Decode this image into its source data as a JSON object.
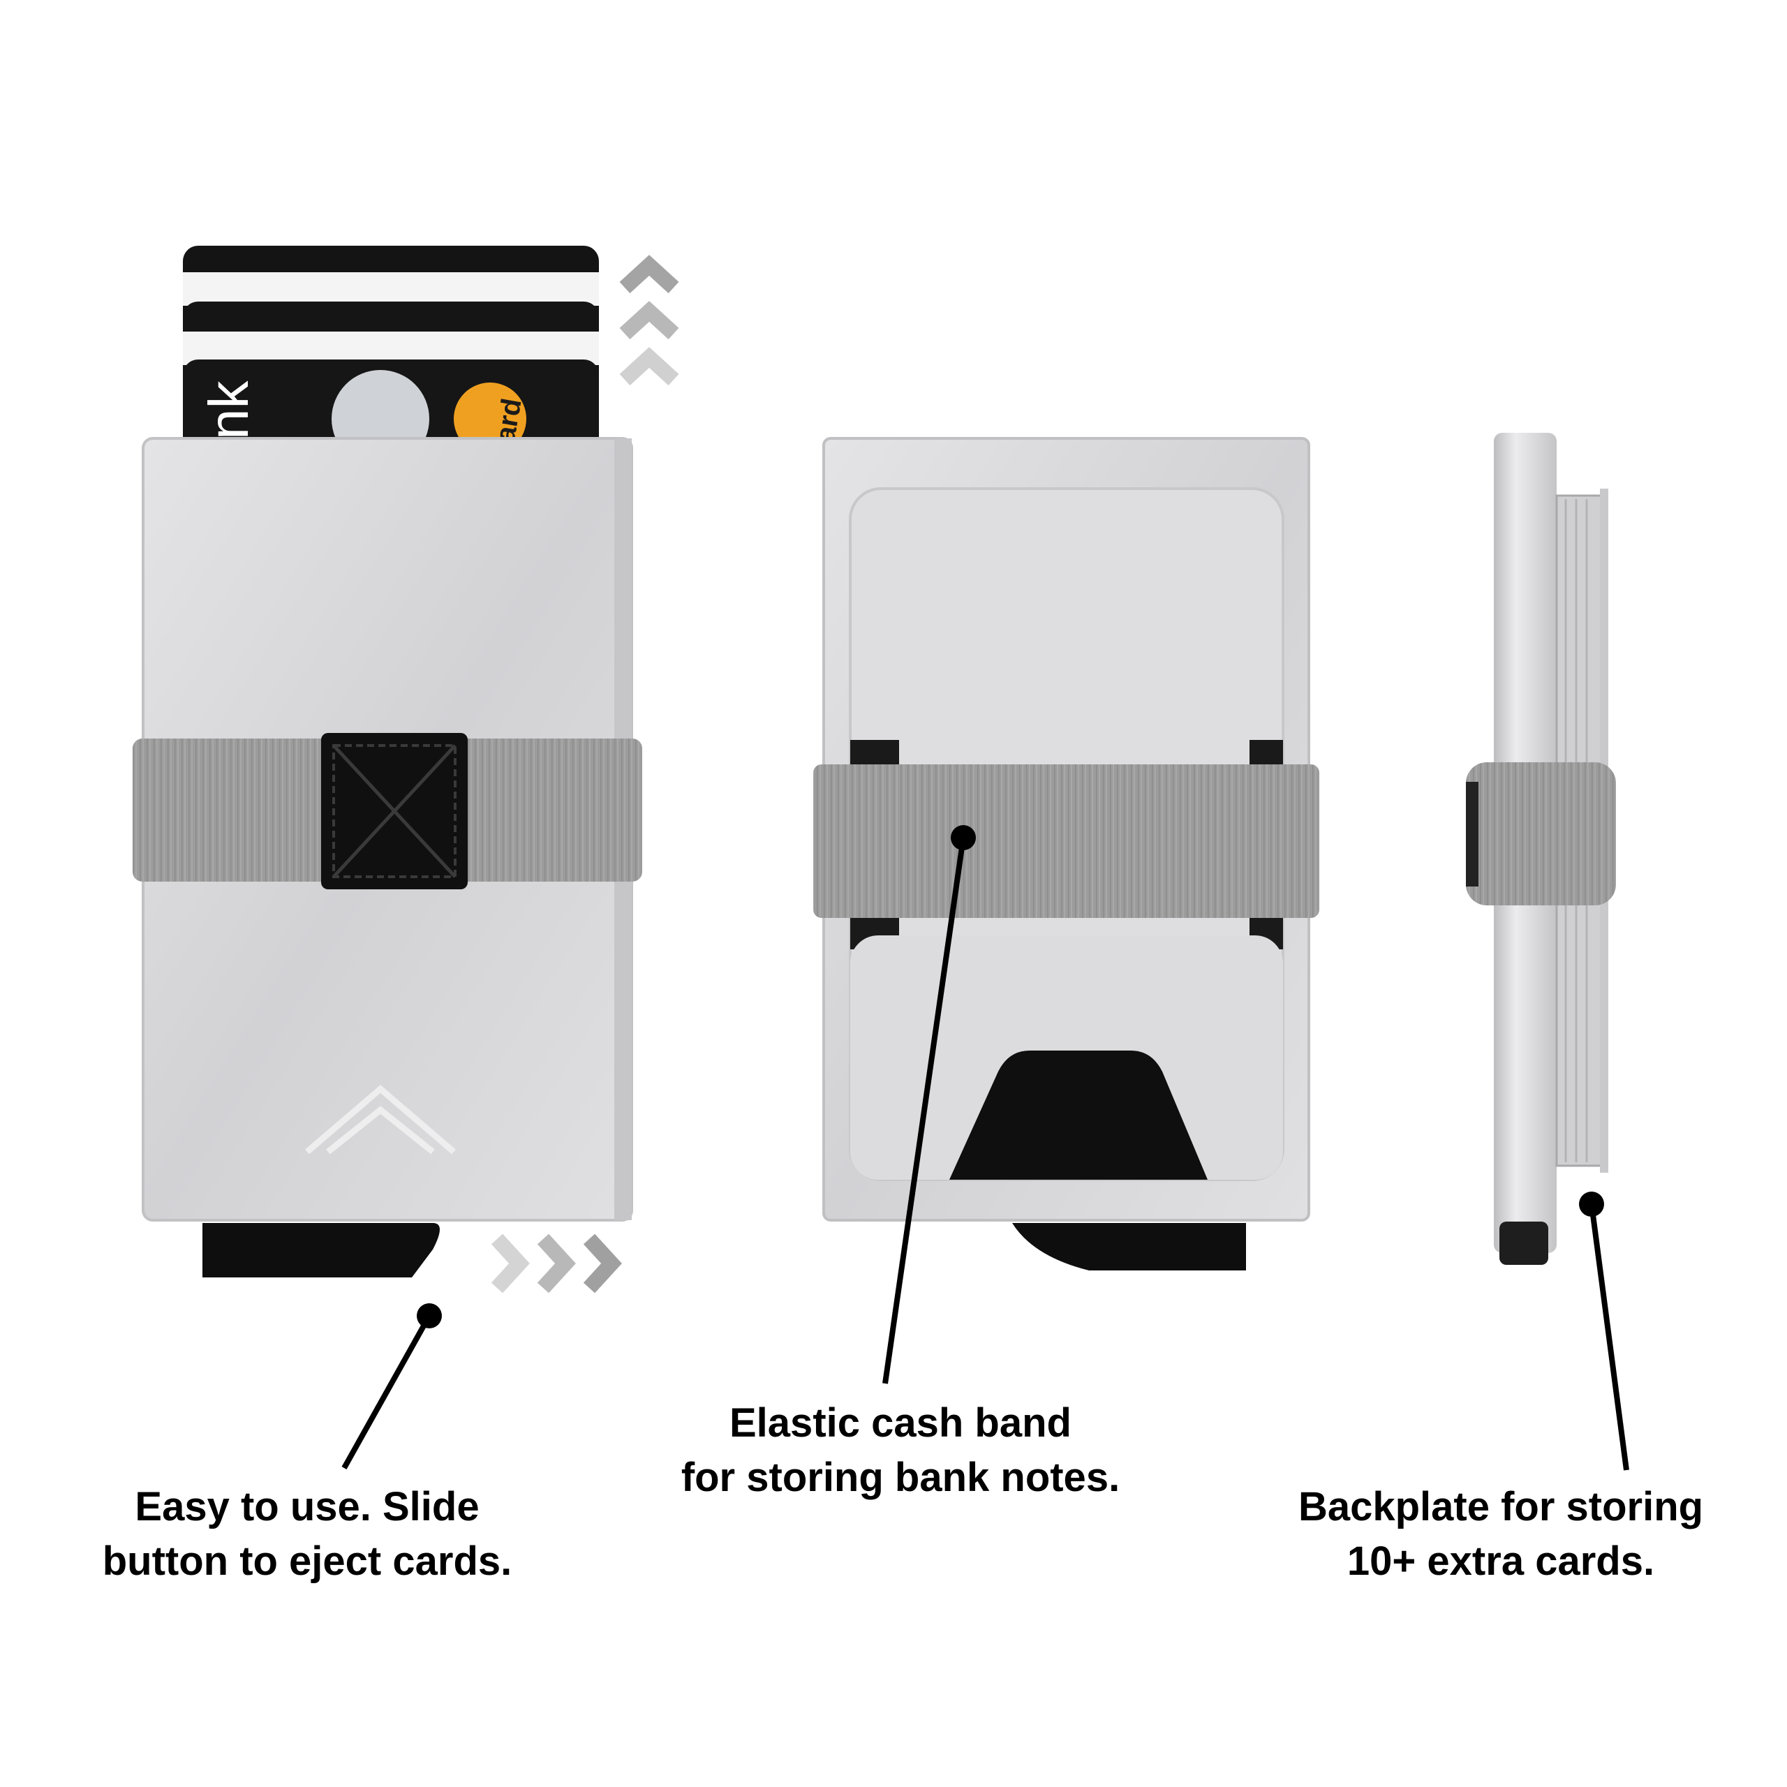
{
  "captions": {
    "eject": {
      "line1": "Easy to use. Slide",
      "line2": "button to eject cards."
    },
    "band": {
      "line1": "Elastic cash band",
      "line2": "for storing bank notes."
    },
    "backplate": {
      "line1": "Backplate for storing",
      "line2": "10+ extra cards."
    }
  },
  "card_fragments": {
    "bank_text": "nk",
    "mastercard_text": "ard"
  },
  "colors": {
    "aluminum": "#d6d6d8",
    "aluminum_dark": "#b9b9bc",
    "band": "#9a9a9a",
    "card_black": "#141414",
    "card_white": "#f2f2f2",
    "accent_orange": "#f0a020",
    "arrow_gray": "#a8a8a8"
  },
  "icons": {
    "up_chevrons": "triple-chevron-up",
    "right_chevrons": "triple-chevron-right",
    "logo": "mountain-logo",
    "card_pull_tab": "x-stitched-leather-tab"
  }
}
